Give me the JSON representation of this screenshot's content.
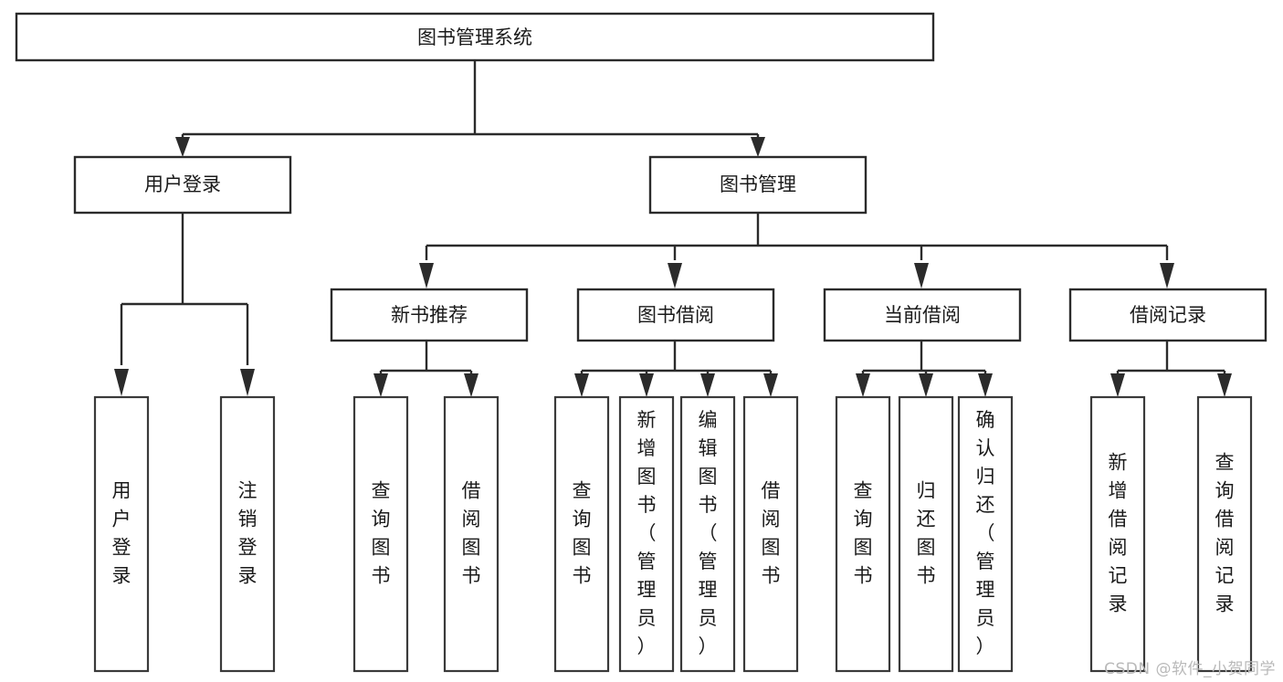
{
  "diagram": {
    "title": "图书管理系统",
    "type": "tree-hierarchy",
    "colors": {
      "background": "#ffffff",
      "box_fill": "#ffffff",
      "box_stroke": "#2b2b2b",
      "connector": "#2b2b2b",
      "label_text": "#1a1a1a",
      "watermark": "#b9b9b9"
    },
    "nodes": {
      "root": {
        "label": "图书管理系统",
        "orientation": "horizontal",
        "level": 1
      },
      "l2_user_login": {
        "label": "用户登录",
        "orientation": "horizontal",
        "level": 2
      },
      "l2_book_manage": {
        "label": "图书管理",
        "orientation": "horizontal",
        "level": 2
      },
      "l3_new_book_rec": {
        "label": "新书推荐",
        "orientation": "horizontal",
        "level": 3
      },
      "l3_book_borrow": {
        "label": "图书借阅",
        "orientation": "horizontal",
        "level": 3
      },
      "l3_current_borrow": {
        "label": "当前借阅",
        "orientation": "horizontal",
        "level": 3
      },
      "l3_borrow_record": {
        "label": "借阅记录",
        "orientation": "horizontal",
        "level": 3
      },
      "leaf_user_login": {
        "label": "用户登录",
        "orientation": "vertical",
        "level": 3
      },
      "leaf_logout": {
        "label": "注销登录",
        "orientation": "vertical",
        "level": 3
      },
      "leaf_query_book_1": {
        "label": "查询图书",
        "orientation": "vertical",
        "level": 4
      },
      "leaf_borrow_book_1": {
        "label": "借阅图书",
        "orientation": "vertical",
        "level": 4
      },
      "leaf_query_book_2": {
        "label": "查询图书",
        "orientation": "vertical",
        "level": 4
      },
      "leaf_add_book_admin": {
        "label": "新增图书（管理员）",
        "orientation": "vertical",
        "level": 4
      },
      "leaf_edit_book_admin": {
        "label": "编辑图书（管理员）",
        "orientation": "vertical",
        "level": 4
      },
      "leaf_borrow_book_2": {
        "label": "借阅图书",
        "orientation": "vertical",
        "level": 4
      },
      "leaf_query_book_3": {
        "label": "查询图书",
        "orientation": "vertical",
        "level": 4
      },
      "leaf_return_book": {
        "label": "归还图书",
        "orientation": "vertical",
        "level": 4
      },
      "leaf_confirm_return_admin": {
        "label": "确认归还（管理员）",
        "orientation": "vertical",
        "level": 4
      },
      "leaf_add_borrow_record": {
        "label": "新增借阅记录",
        "orientation": "vertical",
        "level": 4
      },
      "leaf_query_borrow_record": {
        "label": "查询借阅记录",
        "orientation": "vertical",
        "level": 4
      }
    },
    "edges": [
      {
        "from": "root",
        "to": "l2_user_login"
      },
      {
        "from": "root",
        "to": "l2_book_manage"
      },
      {
        "from": "l2_user_login",
        "to": "leaf_user_login"
      },
      {
        "from": "l2_user_login",
        "to": "leaf_logout"
      },
      {
        "from": "l2_book_manage",
        "to": "l3_new_book_rec"
      },
      {
        "from": "l2_book_manage",
        "to": "l3_book_borrow"
      },
      {
        "from": "l2_book_manage",
        "to": "l3_current_borrow"
      },
      {
        "from": "l2_book_manage",
        "to": "l3_borrow_record"
      },
      {
        "from": "l3_new_book_rec",
        "to": "leaf_query_book_1"
      },
      {
        "from": "l3_new_book_rec",
        "to": "leaf_borrow_book_1"
      },
      {
        "from": "l3_book_borrow",
        "to": "leaf_query_book_2"
      },
      {
        "from": "l3_book_borrow",
        "to": "leaf_add_book_admin"
      },
      {
        "from": "l3_book_borrow",
        "to": "leaf_edit_book_admin"
      },
      {
        "from": "l3_book_borrow",
        "to": "leaf_borrow_book_2"
      },
      {
        "from": "l3_current_borrow",
        "to": "leaf_query_book_3"
      },
      {
        "from": "l3_current_borrow",
        "to": "leaf_return_book"
      },
      {
        "from": "l3_current_borrow",
        "to": "leaf_confirm_return_admin"
      },
      {
        "from": "l3_borrow_record",
        "to": "leaf_add_borrow_record"
      },
      {
        "from": "l3_borrow_record",
        "to": "leaf_query_borrow_record"
      }
    ]
  },
  "watermark": {
    "text": "CSDN @软件_小贺同学"
  }
}
